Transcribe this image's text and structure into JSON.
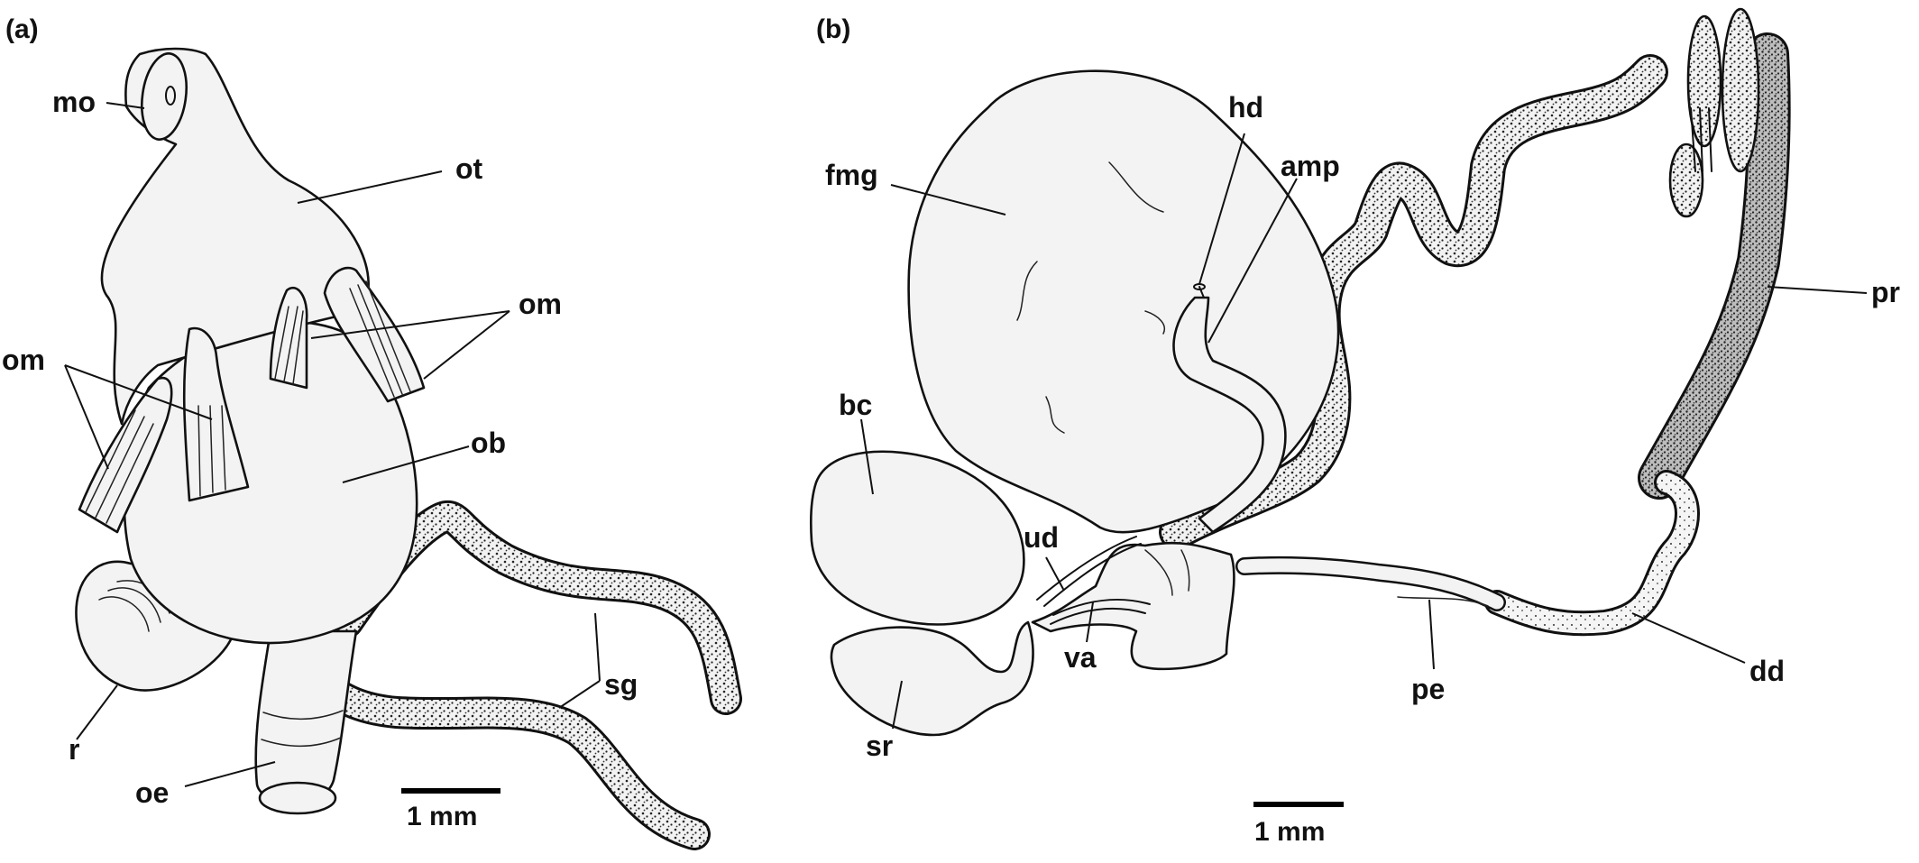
{
  "panels": {
    "a": {
      "label": "(a)",
      "scale_bar": "1 mm",
      "labels": {
        "mo": "mo",
        "ot": "ot",
        "om_left": "om",
        "om_right": "om",
        "ob": "ob",
        "sg": "sg",
        "r": "r",
        "oe": "oe"
      }
    },
    "b": {
      "label": "(b)",
      "scale_bar": "1 mm",
      "labels": {
        "fmg": "fmg",
        "hd": "hd",
        "amp": "amp",
        "pr": "pr",
        "bc": "bc",
        "ud": "ud",
        "va": "va",
        "sr": "sr",
        "pe": "pe",
        "dd": "dd"
      }
    }
  },
  "colors": {
    "ink": "#111111",
    "fill": "#f3f3f3",
    "stipple": "#9a9a9a"
  }
}
